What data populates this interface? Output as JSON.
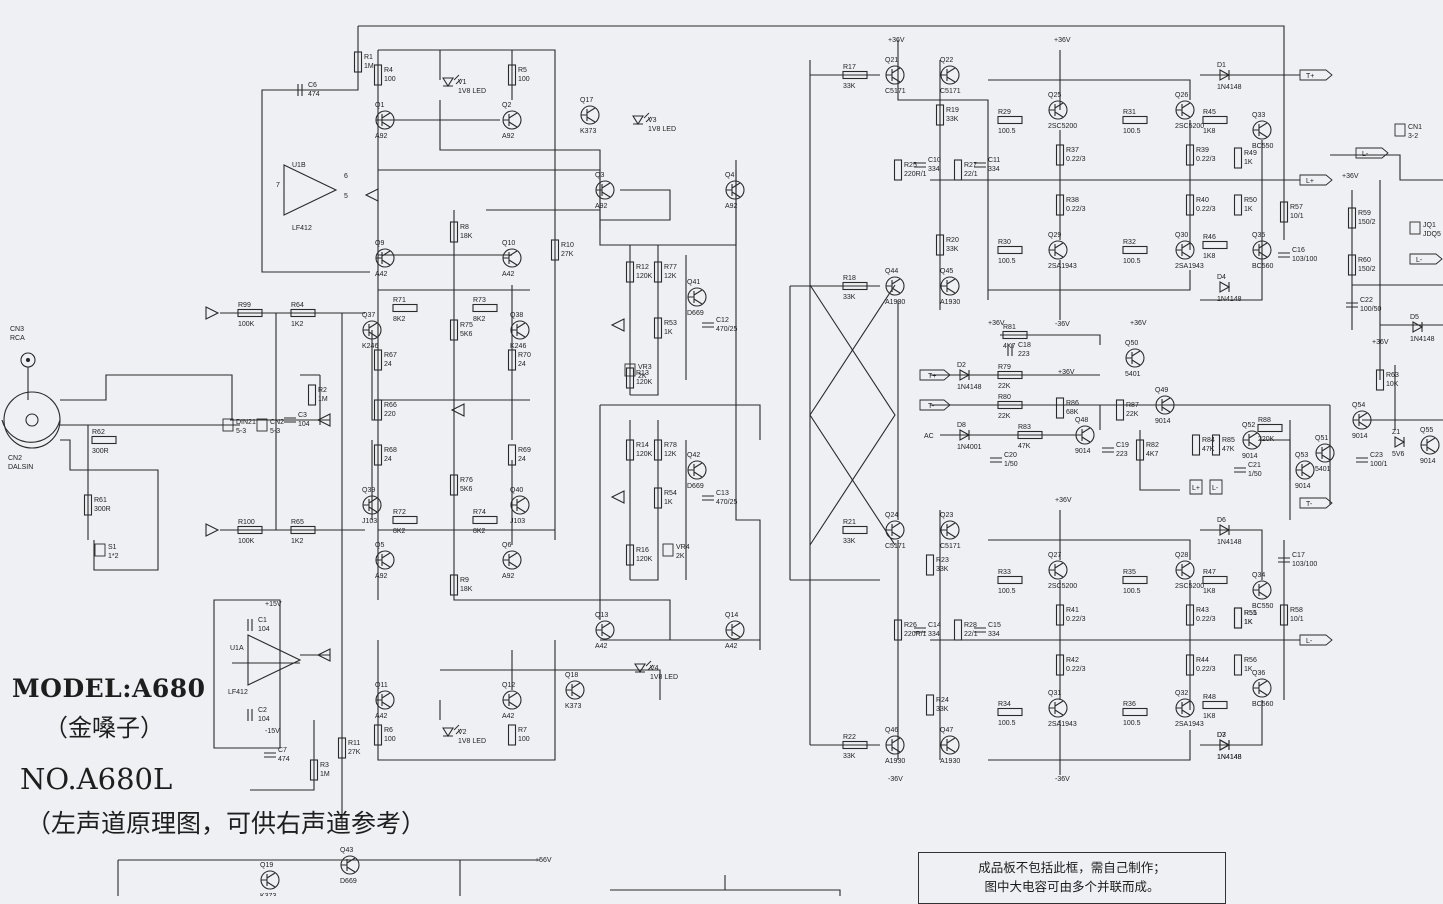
{
  "title": {
    "model": "MODEL:A680",
    "model_cn": "（金嗓子）",
    "number": "NO.A680L",
    "number_note": "（左声道原理图，可供右声道参考）"
  },
  "note": {
    "line1": "成品板不包括此框，需自己制作；",
    "line2": "图中大电容可由多个并联而成。"
  },
  "rails": {
    "pos36": "+36V",
    "neg36": "-36V",
    "pos15": "+15V",
    "neg15": "-15V",
    "pos56": "+56V"
  },
  "transistors": [
    {
      "ref": "Q1",
      "part": "A92"
    },
    {
      "ref": "Q2",
      "part": "A92"
    },
    {
      "ref": "Q3",
      "part": "A92"
    },
    {
      "ref": "Q4",
      "part": "A92"
    },
    {
      "ref": "Q5",
      "part": "A92"
    },
    {
      "ref": "Q6",
      "part": "A92"
    },
    {
      "ref": "Q9",
      "part": "A42"
    },
    {
      "ref": "Q10",
      "part": "A42"
    },
    {
      "ref": "Q11",
      "part": "A42"
    },
    {
      "ref": "Q12",
      "part": "A42"
    },
    {
      "ref": "Q13",
      "part": "A42"
    },
    {
      "ref": "Q14",
      "part": "A42"
    },
    {
      "ref": "Q17",
      "part": "K373"
    },
    {
      "ref": "Q18",
      "part": "K373"
    },
    {
      "ref": "Q19",
      "part": "K373"
    },
    {
      "ref": "Q21",
      "part": "C5171"
    },
    {
      "ref": "Q22",
      "part": "C5171"
    },
    {
      "ref": "Q23",
      "part": "C5171"
    },
    {
      "ref": "Q24",
      "part": "C5171"
    },
    {
      "ref": "Q25",
      "part": "2SC5200"
    },
    {
      "ref": "Q26",
      "part": "2SC5200"
    },
    {
      "ref": "Q27",
      "part": "2SC5200"
    },
    {
      "ref": "Q28",
      "part": "2SC5200"
    },
    {
      "ref": "Q29",
      "part": "2SA1943"
    },
    {
      "ref": "Q30",
      "part": "2SA1943"
    },
    {
      "ref": "Q31",
      "part": "2SA1943"
    },
    {
      "ref": "Q32",
      "part": "2SA1943"
    },
    {
      "ref": "Q33",
      "part": "BC550"
    },
    {
      "ref": "Q34",
      "part": "BC550"
    },
    {
      "ref": "Q35",
      "part": "BC560"
    },
    {
      "ref": "Q36",
      "part": "BC560"
    },
    {
      "ref": "Q37",
      "part": "K246"
    },
    {
      "ref": "Q38",
      "part": "K246"
    },
    {
      "ref": "Q39",
      "part": "J103"
    },
    {
      "ref": "Q40",
      "part": "J103"
    },
    {
      "ref": "Q41",
      "part": "D669"
    },
    {
      "ref": "Q42",
      "part": "D669"
    },
    {
      "ref": "Q43",
      "part": "D669"
    },
    {
      "ref": "Q44",
      "part": "A1930"
    },
    {
      "ref": "Q45",
      "part": "A1930"
    },
    {
      "ref": "Q46",
      "part": "A1930"
    },
    {
      "ref": "Q47",
      "part": "A1930"
    },
    {
      "ref": "Q48",
      "part": "9014"
    },
    {
      "ref": "Q49",
      "part": "9014"
    },
    {
      "ref": "Q50",
      "part": "5401"
    },
    {
      "ref": "Q51",
      "part": "5401"
    },
    {
      "ref": "Q52",
      "part": "9014"
    },
    {
      "ref": "Q53",
      "part": "9014"
    },
    {
      "ref": "Q54",
      "part": "9014"
    },
    {
      "ref": "Q55",
      "part": "9014"
    }
  ],
  "resistors": [
    {
      "ref": "R1",
      "val": "1M"
    },
    {
      "ref": "R2",
      "val": "1M"
    },
    {
      "ref": "R3",
      "val": "1M"
    },
    {
      "ref": "R4",
      "val": "100"
    },
    {
      "ref": "R5",
      "val": "100"
    },
    {
      "ref": "R6",
      "val": "100"
    },
    {
      "ref": "R7",
      "val": "100"
    },
    {
      "ref": "R8",
      "val": "18K"
    },
    {
      "ref": "R9",
      "val": "18K"
    },
    {
      "ref": "R10",
      "val": "27K"
    },
    {
      "ref": "R11",
      "val": "27K"
    },
    {
      "ref": "R12",
      "val": "120K"
    },
    {
      "ref": "R13",
      "val": "120K"
    },
    {
      "ref": "R14",
      "val": "120K"
    },
    {
      "ref": "R16",
      "val": "120K"
    },
    {
      "ref": "R17",
      "val": "33K"
    },
    {
      "ref": "R18",
      "val": "33K"
    },
    {
      "ref": "R19",
      "val": "33K"
    },
    {
      "ref": "R20",
      "val": "33K"
    },
    {
      "ref": "R21",
      "val": "33K"
    },
    {
      "ref": "R22",
      "val": "33K"
    },
    {
      "ref": "R23",
      "val": "33K"
    },
    {
      "ref": "R24",
      "val": "33K"
    },
    {
      "ref": "R25",
      "val": "220R/1"
    },
    {
      "ref": "R26",
      "val": "220R/1"
    },
    {
      "ref": "R27",
      "val": "22/1"
    },
    {
      "ref": "R28",
      "val": "22/1"
    },
    {
      "ref": "R29",
      "val": "100.5"
    },
    {
      "ref": "R30",
      "val": "100.5"
    },
    {
      "ref": "R31",
      "val": "100.5"
    },
    {
      "ref": "R32",
      "val": "100.5"
    },
    {
      "ref": "R33",
      "val": "100.5"
    },
    {
      "ref": "R34",
      "val": "100.5"
    },
    {
      "ref": "R35",
      "val": "100.5"
    },
    {
      "ref": "R36",
      "val": "100.5"
    },
    {
      "ref": "R37",
      "val": "0.22/3"
    },
    {
      "ref": "R38",
      "val": "0.22/3"
    },
    {
      "ref": "R39",
      "val": "0.22/3"
    },
    {
      "ref": "R40",
      "val": "0.22/3"
    },
    {
      "ref": "R41",
      "val": "0.22/3"
    },
    {
      "ref": "R42",
      "val": "0.22/3"
    },
    {
      "ref": "R43",
      "val": "0.22/3"
    },
    {
      "ref": "R44",
      "val": "0.22/3"
    },
    {
      "ref": "R45",
      "val": "1K8"
    },
    {
      "ref": "R46",
      "val": "1K8"
    },
    {
      "ref": "R47",
      "val": "1K8"
    },
    {
      "ref": "R48",
      "val": "1K8"
    },
    {
      "ref": "R49",
      "val": "1K"
    },
    {
      "ref": "R50",
      "val": "1K"
    },
    {
      "ref": "R51",
      "val": "1K"
    },
    {
      "ref": "R53",
      "val": "1K"
    },
    {
      "ref": "R54",
      "val": "1K"
    },
    {
      "ref": "R55",
      "val": "1K"
    },
    {
      "ref": "R56",
      "val": "1K"
    },
    {
      "ref": "R57",
      "val": "10/1"
    },
    {
      "ref": "R58",
      "val": "10/1"
    },
    {
      "ref": "R59",
      "val": "150/2"
    },
    {
      "ref": "R60",
      "val": "150/2"
    },
    {
      "ref": "R61",
      "val": "300R"
    },
    {
      "ref": "R62",
      "val": "300R"
    },
    {
      "ref": "R63",
      "val": "10K"
    },
    {
      "ref": "R64",
      "val": "1K2"
    },
    {
      "ref": "R65",
      "val": "1K2"
    },
    {
      "ref": "R66",
      "val": "220"
    },
    {
      "ref": "R67",
      "val": "24"
    },
    {
      "ref": "R68",
      "val": "24"
    },
    {
      "ref": "R69",
      "val": "24"
    },
    {
      "ref": "R70",
      "val": "24"
    },
    {
      "ref": "R71",
      "val": "8K2"
    },
    {
      "ref": "R72",
      "val": "8K2"
    },
    {
      "ref": "R73",
      "val": "8K2"
    },
    {
      "ref": "R74",
      "val": "8K2"
    },
    {
      "ref": "R75",
      "val": "5K6"
    },
    {
      "ref": "R76",
      "val": "5K6"
    },
    {
      "ref": "R77",
      "val": "12K"
    },
    {
      "ref": "R78",
      "val": "12K"
    },
    {
      "ref": "R79",
      "val": "22K"
    },
    {
      "ref": "R80",
      "val": "22K"
    },
    {
      "ref": "R81",
      "val": "4K7"
    },
    {
      "ref": "R82",
      "val": "4K7"
    },
    {
      "ref": "R83",
      "val": "47K"
    },
    {
      "ref": "R84",
      "val": "47K"
    },
    {
      "ref": "R85",
      "val": "47K"
    },
    {
      "ref": "R86",
      "val": "68K"
    },
    {
      "ref": "R87",
      "val": "22K"
    },
    {
      "ref": "R88",
      "val": "220K"
    },
    {
      "ref": "R99",
      "val": "100K"
    },
    {
      "ref": "R100",
      "val": "100K"
    }
  ],
  "capacitors": [
    {
      "ref": "C1",
      "val": "104"
    },
    {
      "ref": "C2",
      "val": "104"
    },
    {
      "ref": "C3",
      "val": "104"
    },
    {
      "ref": "C6",
      "val": "474"
    },
    {
      "ref": "C7",
      "val": "474"
    },
    {
      "ref": "C10",
      "val": "334"
    },
    {
      "ref": "C11",
      "val": "334"
    },
    {
      "ref": "C12",
      "val": "470/25"
    },
    {
      "ref": "C13",
      "val": "470/25"
    },
    {
      "ref": "C14",
      "val": "334"
    },
    {
      "ref": "C15",
      "val": "334"
    },
    {
      "ref": "C16",
      "val": "103/100"
    },
    {
      "ref": "C17",
      "val": "103/100"
    },
    {
      "ref": "C18",
      "val": "223"
    },
    {
      "ref": "C19",
      "val": "223"
    },
    {
      "ref": "C20",
      "val": "1/50"
    },
    {
      "ref": "C21",
      "val": "1/50"
    },
    {
      "ref": "C22",
      "val": "100/50"
    },
    {
      "ref": "C23",
      "val": "100/1"
    }
  ],
  "diodes": [
    {
      "ref": "D1",
      "val": "1N4148"
    },
    {
      "ref": "D2",
      "val": "1N4148"
    },
    {
      "ref": "D3",
      "val": "1N4148"
    },
    {
      "ref": "D4",
      "val": "1N4148"
    },
    {
      "ref": "D5",
      "val": "1N4148"
    },
    {
      "ref": "D6",
      "val": "1N4148"
    },
    {
      "ref": "D7",
      "val": "1N4148"
    },
    {
      "ref": "D8",
      "val": "1N4001"
    },
    {
      "ref": "Z1",
      "val": "5V6"
    }
  ],
  "leds": [
    {
      "ref": "V1",
      "val": "1V8 LED"
    },
    {
      "ref": "V2",
      "val": "1V8 LED"
    },
    {
      "ref": "V3",
      "val": "1V8 LED"
    },
    {
      "ref": "V4",
      "val": "1V8 LED"
    }
  ],
  "misc": [
    {
      "ref": "U1B",
      "val": "LF412"
    },
    {
      "ref": "U1A",
      "val": "LF412"
    },
    {
      "ref": "VR3",
      "val": "2K"
    },
    {
      "ref": "VR4",
      "val": "2K"
    },
    {
      "ref": "CN1",
      "val": "3-2"
    },
    {
      "ref": "CN2",
      "val": "5-3"
    },
    {
      "ref": "CN3",
      "val": "RCA"
    },
    {
      "ref": "CN4",
      "val": "DALSIN"
    },
    {
      "ref": "DIN21",
      "val": "5-3"
    },
    {
      "ref": "JQ1",
      "val": "JDQ5"
    },
    {
      "ref": "S1",
      "val": "1*2"
    }
  ],
  "ports": {
    "t_plus": "T+",
    "t_minus": "T-",
    "l_plus": "L+",
    "l_minus": "L-",
    "ac": "AC"
  }
}
